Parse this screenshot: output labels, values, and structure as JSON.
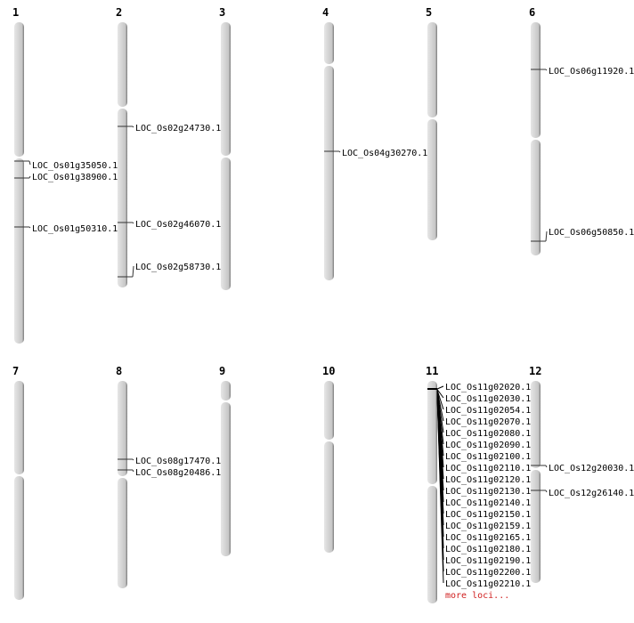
{
  "chromosomes": [
    {
      "label": "1",
      "loci": [
        "LOC_Os01g35050.1",
        "LOC_Os01g38900.1",
        "LOC_Os01g50310.1"
      ]
    },
    {
      "label": "2",
      "loci": [
        "LOC_Os02g24730.1",
        "LOC_Os02g46070.1",
        "LOC_Os02g58730.1"
      ]
    },
    {
      "label": "3",
      "loci": []
    },
    {
      "label": "4",
      "loci": [
        "LOC_Os04g30270.1"
      ]
    },
    {
      "label": "5",
      "loci": []
    },
    {
      "label": "6",
      "loci": [
        "LOC_Os06g11920.1",
        "LOC_Os06g50850.1"
      ]
    },
    {
      "label": "7",
      "loci": []
    },
    {
      "label": "8",
      "loci": [
        "LOC_Os08g17470.1",
        "LOC_Os08g20486.1"
      ]
    },
    {
      "label": "9",
      "loci": []
    },
    {
      "label": "10",
      "loci": []
    },
    {
      "label": "11",
      "loci": [
        "LOC_Os11g02020.1",
        "LOC_Os11g02030.1",
        "LOC_Os11g02054.1",
        "LOC_Os11g02070.1",
        "LOC_Os11g02080.1",
        "LOC_Os11g02090.1",
        "LOC_Os11g02100.1",
        "LOC_Os11g02110.1",
        "LOC_Os11g02120.1",
        "LOC_Os11g02130.1",
        "LOC_Os11g02140.1",
        "LOC_Os11g02150.1",
        "LOC_Os11g02159.1",
        "LOC_Os11g02165.1",
        "LOC_Os11g02180.1",
        "LOC_Os11g02190.1",
        "LOC_Os11g02200.1",
        "LOC_Os11g02210.1"
      ],
      "more": "more loci..."
    },
    {
      "label": "12",
      "loci": [
        "LOC_Os12g20030.1",
        "LOC_Os12g26140.1"
      ]
    }
  ],
  "colors": {
    "chromosome": "#d4d4d4",
    "shadow": "#777777",
    "more": "#d02020"
  }
}
